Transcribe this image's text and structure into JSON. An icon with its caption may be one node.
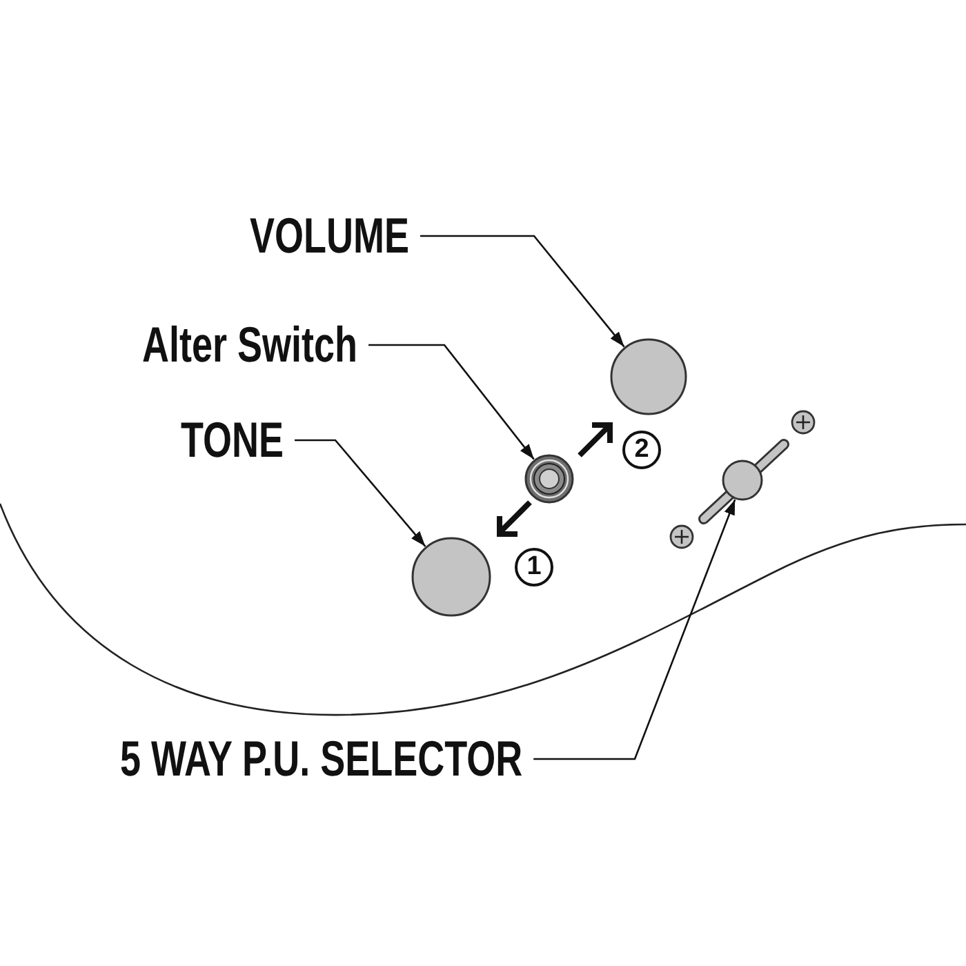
{
  "diagram": {
    "nodes": [
      {
        "text": [
          "VOLUME"
        ]
      },
      {
        "text": [
          "Alter Switch"
        ]
      },
      {
        "text": [
          "TONE"
        ]
      },
      {
        "text": [
          "5 WAY P.U. SELECTOR"
        ]
      },
      {
        "text": [],
        "shape": "circle"
      },
      {
        "text": [],
        "shape": "circle"
      },
      {
        "text": [],
        "shape": "circle"
      },
      {
        "text": [],
        "shape": "circle"
      }
    ],
    "edges": [
      {
        "from": 0,
        "to": 4,
        "arrow": "to"
      },
      {
        "from": 1,
        "to": 5,
        "arrow": "to"
      },
      {
        "from": 2,
        "to": 6,
        "arrow": "to"
      },
      {
        "from": 3,
        "to": 7,
        "arrow": "to"
      }
    ],
    "labels": [
      "2",
      "1"
    ]
  }
}
